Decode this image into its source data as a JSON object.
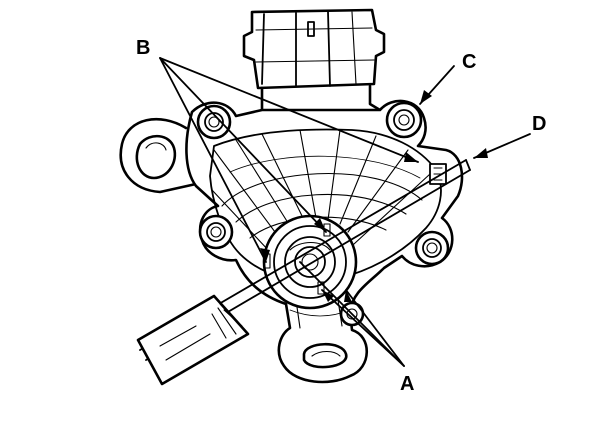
{
  "diagram": {
    "callouts": {
      "A": "A",
      "B": "B",
      "C": "C",
      "D": "D"
    },
    "colors": {
      "ink": "#000000",
      "background": "#ffffff"
    }
  }
}
